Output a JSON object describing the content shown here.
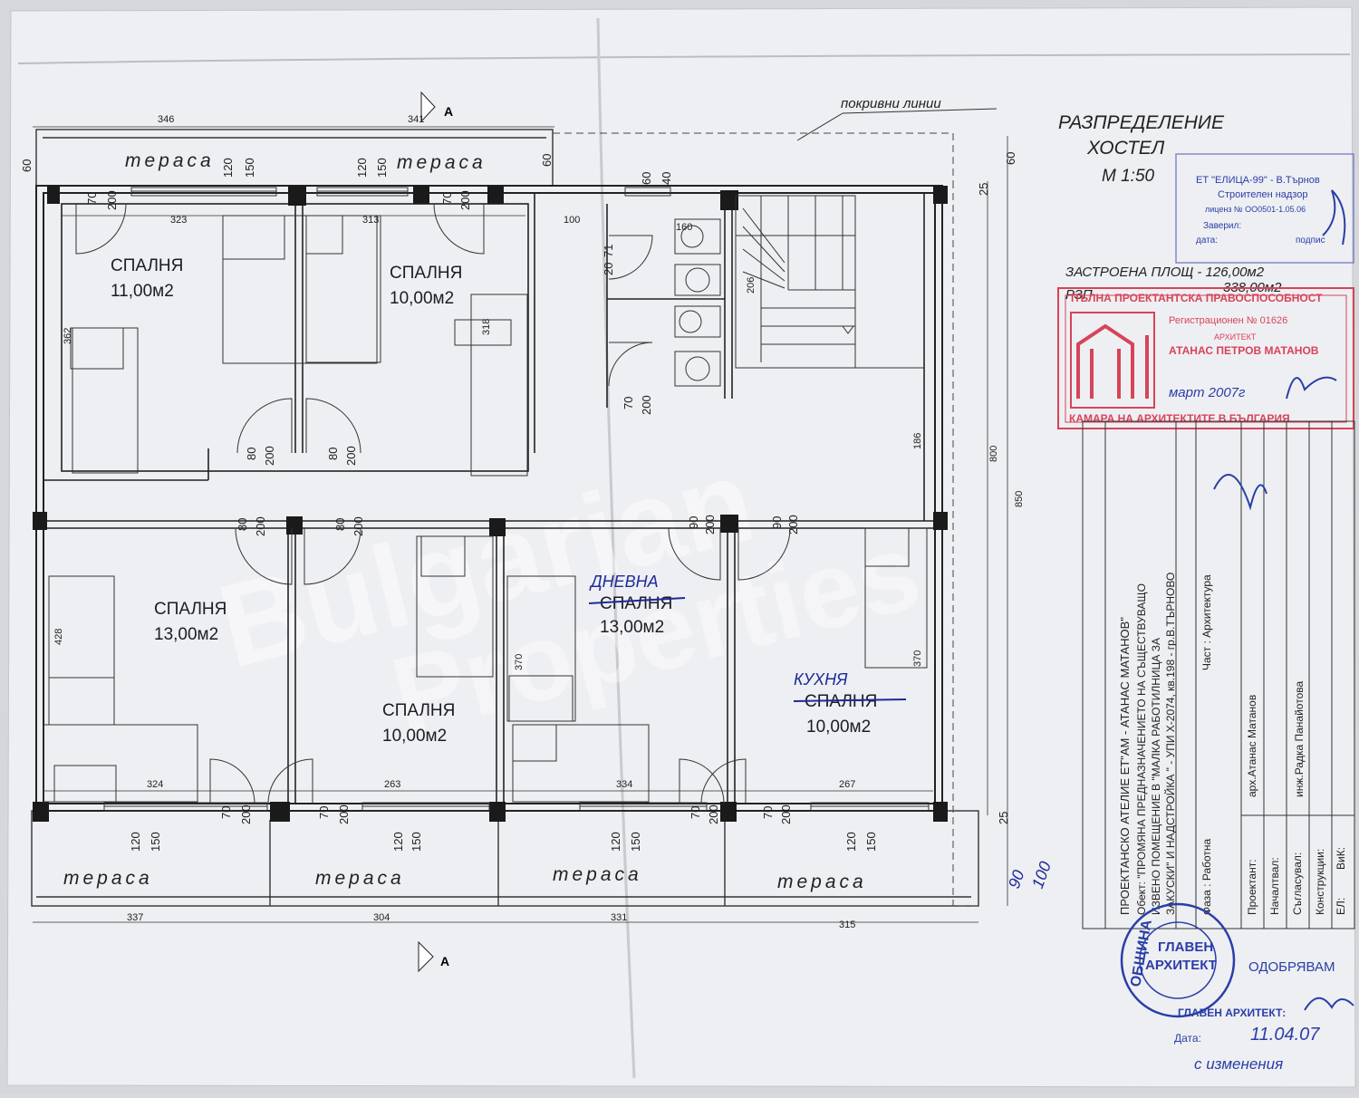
{
  "drawing": {
    "roof_lines_label": "покривни линии",
    "title_line1": "РАЗПРЕДЕЛЕНИЕ",
    "title_line2": "ХОСТЕЛ",
    "scale": "М 1:50",
    "built_area": "ЗАСТРОЕНА ПЛОЩ - 126,00м2",
    "rzp_label": "РЗП",
    "rzp_value": "338,00м2",
    "section_mark": "А"
  },
  "rooms": {
    "r1": {
      "name": "СПАЛНЯ",
      "area": "11,00м2"
    },
    "r2": {
      "name": "СПАЛНЯ",
      "area": "10,00м2"
    },
    "r3": {
      "name": "СПАЛНЯ",
      "area": "13,00м2"
    },
    "r4": {
      "name": "СПАЛНЯ",
      "area": "10,00м2"
    },
    "r5": {
      "name": "СПАЛНЯ",
      "area": "13,00м2",
      "handwritten": "ДНЕВНА"
    },
    "r6": {
      "name": "СПАЛНЯ",
      "area": "10,00м2",
      "handwritten": "КУХНЯ"
    }
  },
  "terrace_label": "тераса",
  "dimensions": {
    "top_346": "346",
    "top_341": "341",
    "top_323": "323",
    "top_313": "313",
    "top_100": "100",
    "top_160": "160",
    "d60a": "60",
    "d60b": "60",
    "d60c": "60",
    "d25a": "25",
    "d25b": "25",
    "bot_337": "337",
    "bot_304": "304",
    "bot_331": "331",
    "bot_315": "315",
    "in_324": "324",
    "in_263": "263",
    "in_334": "334",
    "in_267": "267",
    "v_362": "362",
    "v_318": "318",
    "v_206": "206",
    "v_186": "186",
    "v_428": "428",
    "v_370a": "370",
    "v_370b": "370",
    "v_800": "800",
    "v_850": "850",
    "door_70": "70",
    "door_80": "80",
    "door_90": "90",
    "door_200": "200",
    "win_120": "120",
    "win_150": "150",
    "wc_60": "60",
    "wc_40": "40",
    "wc_71": "71",
    "wc_20": "20",
    "hw_90": "90",
    "hw_100": "100"
  },
  "stamps": {
    "company": "ЕТ \"ЕЛИЦА-99\" - В.Търнов",
    "company_l2": "Строителен надзор",
    "company_l3": "лиценз № ОО0501-1.05.06",
    "company_l4": "Заверил:",
    "company_l5": "дата:",
    "company_l6": "подпис",
    "chamber_top": "ПЪЛНА ПРОЕКТАНТСКА ПРАВОСПОСОБНОСТ",
    "chamber_reg": "Регистрационен № 01626",
    "chamber_role": "АРХИТЕКТ",
    "chamber_name": "АТАНАС ПЕТРОВ МАТАНОВ",
    "chamber_bottom": "КАМАРА НА АРХИТЕКТИТЕ В БЪЛГАРИЯ",
    "chamber_hand": "март 2007г",
    "muni_l1": "ГЛАВЕН",
    "muni_l2": "АРХИТЕКТ",
    "muni_ring": "ОБЩИНА",
    "approve": "ОДОБРЯВАМ",
    "chief": "ГЛАВЕН АРХИТЕКТ:",
    "date_label": "Дата:",
    "date_value": "11.04.07",
    "hand_note": "с изменения"
  },
  "titleblock": {
    "studio": "ПРОЕКТАНСКО АТЕЛИЕ  ЕТ\"АМ - АТАНАС МАТАНОВ\"",
    "object_1": "Обект: \"ПРОМЯНА ПРЕДНАЗНАЧЕНИЕТО НА СЪЩЕСТВУВАЩО",
    "object_2": "ИЗВЕНО ПОМЕЩЕНИЕ В \"МАЛКА РАБОТИЛНИЦА ЗА",
    "object_3": "ЗАКУСКИ\" И НАДСТРОЙКА \" - УПИ Х-2074, кв.198 - гр.В.ТЪРНОВО",
    "part": "Част : Архитектура",
    "phase": "Фаза : Работна",
    "designer_label": "Проектант:",
    "designer_value": "арх.Атанас Матанов",
    "checked_label": "Началтвал:",
    "agreed_label": "Съгласувал:",
    "constr_label": "Конструкции:",
    "constr_value": "инж.Радка Панайотова",
    "el_label": "ЕЛ:",
    "vik_label": "ВиК:"
  },
  "watermark_1": "Bulgarian",
  "watermark_2": "Properties"
}
